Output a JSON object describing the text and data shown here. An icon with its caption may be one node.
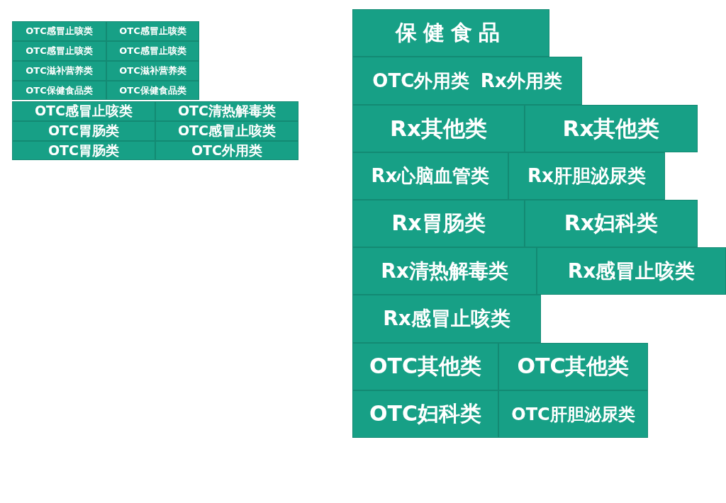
{
  "diagram": {
    "nodes": [
      {
        "text": [
          "OTC感冒止咳类"
        ]
      },
      {
        "text": [
          "OTC感冒止咳类"
        ]
      },
      {
        "text": [
          "OTC感冒止咳类"
        ]
      },
      {
        "text": [
          "OTC感冒止咳类"
        ]
      },
      {
        "text": [
          "OTC滋补营养类"
        ]
      },
      {
        "text": [
          "OTC滋补营养类"
        ]
      },
      {
        "text": [
          "OTC保健食品类"
        ]
      },
      {
        "text": [
          "OTC保健食品类"
        ]
      },
      {
        "text": [
          "OTC感冒止咳类"
        ]
      },
      {
        "text": [
          "OTC清热解毒类"
        ]
      },
      {
        "text": [
          "OTC胃肠类"
        ]
      },
      {
        "text": [
          "OTC感冒止咳类"
        ]
      },
      {
        "text": [
          "OTC胃肠类"
        ]
      },
      {
        "text": [
          "OTC外用类"
        ]
      },
      {
        "text": [
          "保健食品"
        ]
      },
      {
        "text": [
          "OTC外用类",
          "Rx外用类"
        ]
      },
      {
        "text": [
          "Rx其他类"
        ]
      },
      {
        "text": [
          "Rx其他类"
        ]
      },
      {
        "text": [
          "Rx心脑血管类"
        ]
      },
      {
        "text": [
          "Rx肝胆泌尿类"
        ]
      },
      {
        "text": [
          "Rx胃肠类"
        ]
      },
      {
        "text": [
          "Rx妇科类"
        ]
      },
      {
        "text": [
          "Rx清热解毒类"
        ]
      },
      {
        "text": [
          "Rx感冒止咳类"
        ]
      },
      {
        "text": [
          "Rx感冒止咳类"
        ]
      },
      {
        "text": [
          "OTC其他类"
        ]
      },
      {
        "text": [
          "OTC其他类"
        ]
      },
      {
        "text": [
          "OTC妇科类"
        ]
      },
      {
        "text": [
          "OTC肝胆泌尿类"
        ]
      }
    ]
  }
}
